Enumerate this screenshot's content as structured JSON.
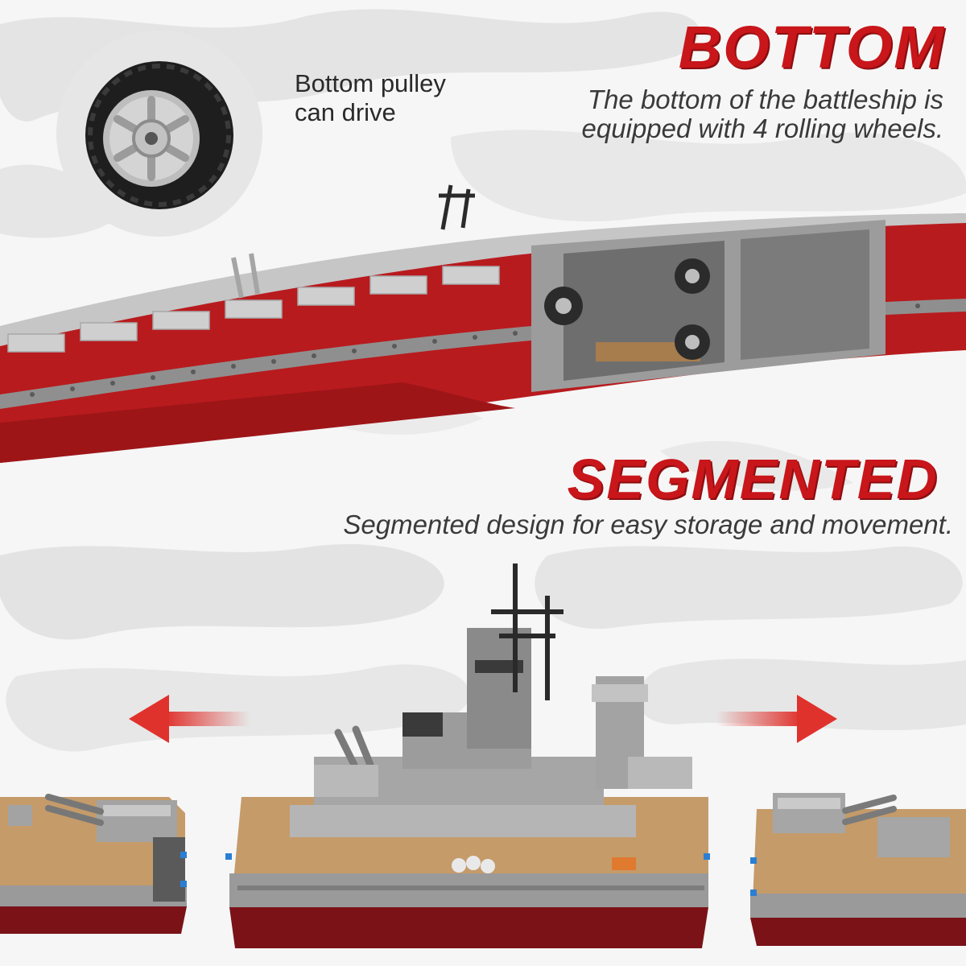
{
  "sections": {
    "bottom": {
      "heading": "BOTTOM",
      "caption_line1": "The bottom of the battleship is",
      "caption_line2": "equipped with 4 rolling wheels."
    },
    "pulley": {
      "label_line1": "Bottom pulley",
      "label_line2": "can drive"
    },
    "segmented": {
      "heading": "SEGMENTED",
      "caption": "Segmented design for easy storage and movement."
    }
  },
  "colors": {
    "accent_red": "#c8161a",
    "hull_red": "#b81b1e",
    "dark_red": "#7a1218",
    "brick_gray": "#9a9a9a",
    "light_gray": "#c9c9c9",
    "deck_tan": "#c59b6a",
    "arrow_red": "#e0322d"
  },
  "icons": {
    "wheel": "wheel-icon",
    "arrow_left": "arrow-left-icon",
    "arrow_right": "arrow-right-icon"
  }
}
